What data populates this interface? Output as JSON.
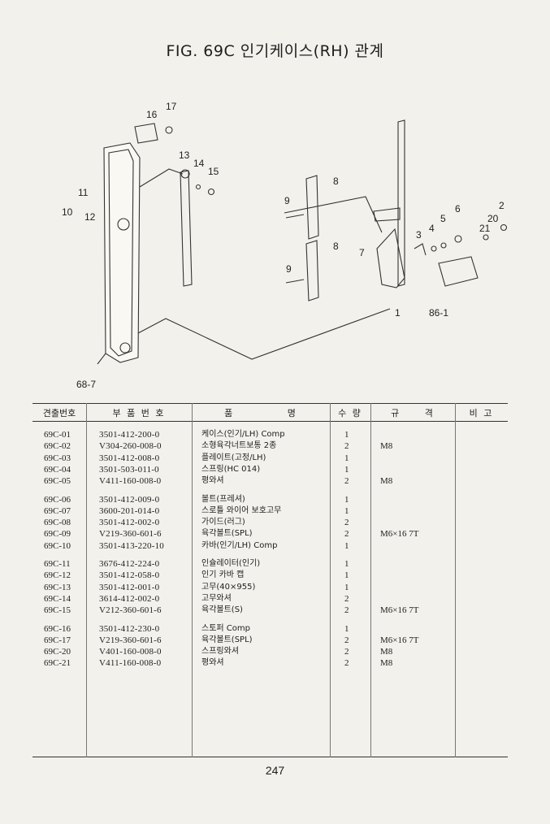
{
  "title": "FIG. 69C 인기케이스(RH) 관계",
  "diagram": {
    "callouts": [
      "16",
      "17",
      "13",
      "14",
      "15",
      "11",
      "10",
      "12",
      "68-7",
      "8",
      "9",
      "8",
      "9",
      "7",
      "3",
      "4",
      "5",
      "6",
      "2",
      "20",
      "21",
      "1",
      "86-1"
    ]
  },
  "table": {
    "headers": [
      "견출번호",
      "부 품 번 호",
      "품 명",
      "수 량",
      "규 격",
      "비 고"
    ],
    "rows": [
      {
        "no": "69C-01",
        "part": "3501-412-200-0",
        "name": "케이스(인기/LH) Comp",
        "qty": "1",
        "spec": ""
      },
      {
        "no": "69C-02",
        "part": "V304-260-008-0",
        "name": "소형육각너트보통 2종",
        "qty": "2",
        "spec": "M8"
      },
      {
        "no": "69C-03",
        "part": "3501-412-008-0",
        "name": "플레이트(고정/LH)",
        "qty": "1",
        "spec": ""
      },
      {
        "no": "69C-04",
        "part": "3501-503-011-0",
        "name": "스프링(HC 014)",
        "qty": "1",
        "spec": ""
      },
      {
        "no": "69C-05",
        "part": "V411-160-008-0",
        "name": "평와셔",
        "qty": "2",
        "spec": "M8"
      },
      {
        "no": "69C-06",
        "part": "3501-412-009-0",
        "name": "볼트(프레셔)",
        "qty": "1",
        "spec": ""
      },
      {
        "no": "69C-07",
        "part": "3600-201-014-0",
        "name": "스로틀 와이어 보호고무",
        "qty": "1",
        "spec": ""
      },
      {
        "no": "69C-08",
        "part": "3501-412-002-0",
        "name": "가이드(러그)",
        "qty": "2",
        "spec": ""
      },
      {
        "no": "69C-09",
        "part": "V219-360-601-6",
        "name": "육각볼트(SPL)",
        "qty": "2",
        "spec": "M6×16 7T"
      },
      {
        "no": "69C-10",
        "part": "3501-413-220-10",
        "name": "카바(인기/LH) Comp",
        "qty": "1",
        "spec": ""
      },
      {
        "no": "69C-11",
        "part": "3676-412-224-0",
        "name": "인슐레이터(인기)",
        "qty": "1",
        "spec": ""
      },
      {
        "no": "69C-12",
        "part": "3501-412-058-0",
        "name": "인기 카바 캡",
        "qty": "1",
        "spec": ""
      },
      {
        "no": "69C-13",
        "part": "3501-412-001-0",
        "name": "고무(40×955)",
        "qty": "1",
        "spec": ""
      },
      {
        "no": "69C-14",
        "part": "3614-412-002-0",
        "name": "고무와셔",
        "qty": "2",
        "spec": ""
      },
      {
        "no": "69C-15",
        "part": "V212-360-601-6",
        "name": "육각볼트(S)",
        "qty": "2",
        "spec": "M6×16 7T"
      },
      {
        "no": "69C-16",
        "part": "3501-412-230-0",
        "name": "스토퍼 Comp",
        "qty": "1",
        "spec": ""
      },
      {
        "no": "69C-17",
        "part": "V219-360-601-6",
        "name": "육각볼트(SPL)",
        "qty": "2",
        "spec": "M6×16 7T"
      },
      {
        "no": "69C-20",
        "part": "V401-160-008-0",
        "name": "스프링와셔",
        "qty": "2",
        "spec": "M8"
      },
      {
        "no": "69C-21",
        "part": "V411-160-008-0",
        "name": "평와셔",
        "qty": "2",
        "spec": "M8"
      }
    ]
  },
  "page_number": "247"
}
